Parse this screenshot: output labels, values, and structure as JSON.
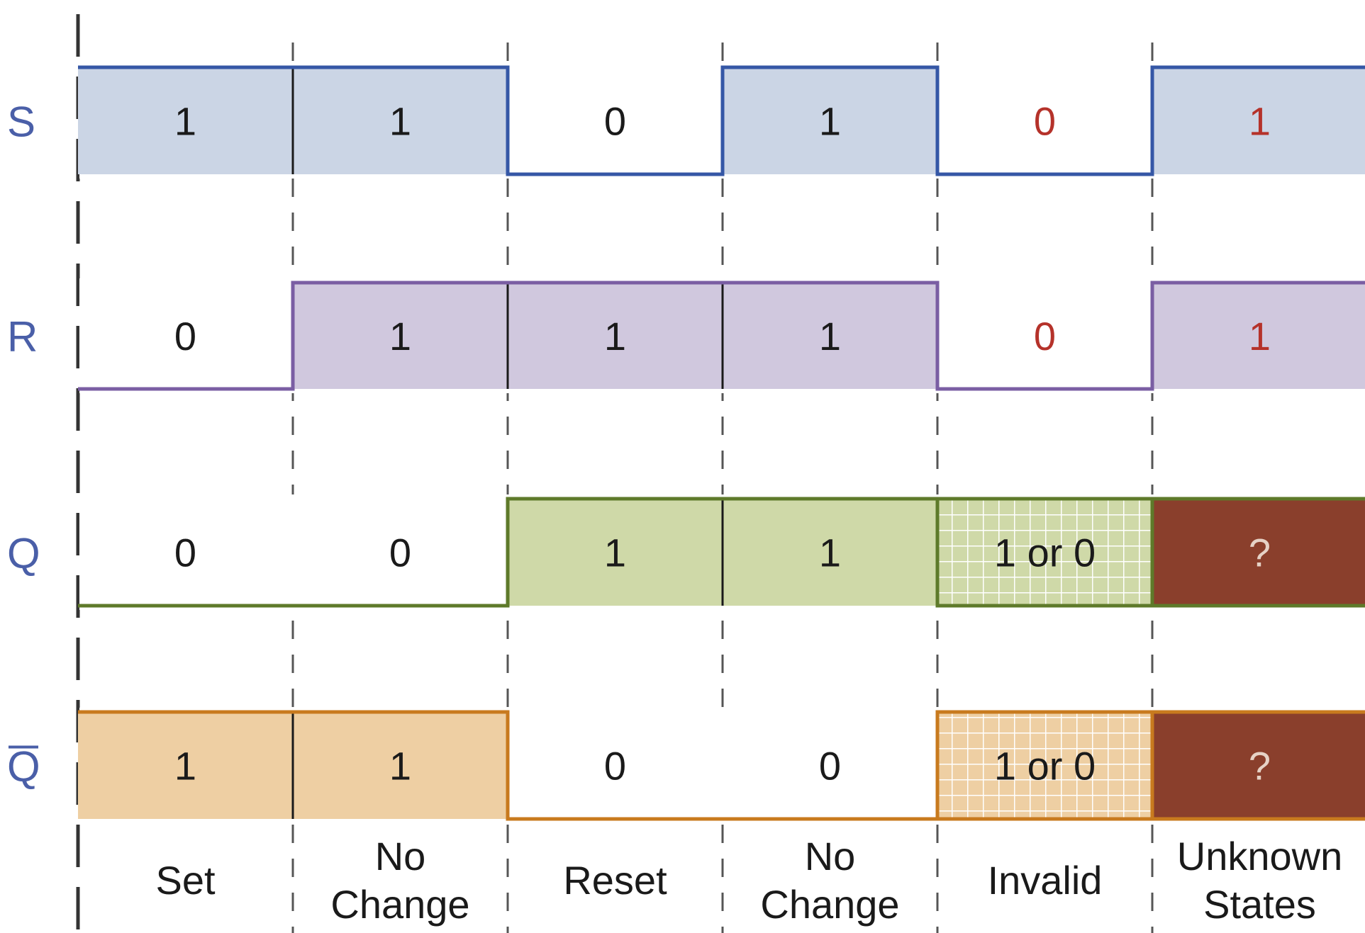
{
  "signals": [
    {
      "name": "S",
      "line_color": "#3557a6",
      "fill_color": "#cbd5e5",
      "cells": [
        {
          "value": "1",
          "level": 1
        },
        {
          "value": "1",
          "level": 1
        },
        {
          "value": "0",
          "level": 0
        },
        {
          "value": "1",
          "level": 1
        },
        {
          "value": "0",
          "level": 0,
          "text_color": "#b5322a"
        },
        {
          "value": "1",
          "level": 1,
          "text_color": "#b5322a"
        }
      ]
    },
    {
      "name": "R",
      "line_color": "#7a5ea3",
      "fill_color": "#d0c8de",
      "cells": [
        {
          "value": "0",
          "level": 0
        },
        {
          "value": "1",
          "level": 1
        },
        {
          "value": "1",
          "level": 1
        },
        {
          "value": "1",
          "level": 1
        },
        {
          "value": "0",
          "level": 0,
          "text_color": "#b5322a"
        },
        {
          "value": "1",
          "level": 1,
          "text_color": "#b5322a"
        }
      ]
    },
    {
      "name": "Q",
      "line_color": "#5e7a2a",
      "fill_color": "#cfd9a8",
      "cells": [
        {
          "value": "0",
          "level": 0
        },
        {
          "value": "0",
          "level": 0
        },
        {
          "value": "1",
          "level": 1
        },
        {
          "value": "1",
          "level": 1
        },
        {
          "value": "1 or 0",
          "level": 1,
          "pattern": "grid"
        },
        {
          "value": "?",
          "level": 1,
          "pattern": "unknown"
        }
      ]
    },
    {
      "name": "Q",
      "overbar": true,
      "line_color": "#c87a1e",
      "fill_color": "#eecfa3",
      "cells": [
        {
          "value": "1",
          "level": 1
        },
        {
          "value": "1",
          "level": 1
        },
        {
          "value": "0",
          "level": 0
        },
        {
          "value": "0",
          "level": 0
        },
        {
          "value": "1 or 0",
          "level": 1,
          "pattern": "grid"
        },
        {
          "value": "?",
          "level": 1,
          "pattern": "unknown"
        }
      ]
    }
  ],
  "states": [
    [
      "Set"
    ],
    [
      "No",
      "Change"
    ],
    [
      "Reset"
    ],
    [
      "No",
      "Change"
    ],
    [
      "Invalid"
    ],
    [
      "Unknown",
      "States"
    ]
  ],
  "colors": {
    "unknown_fill": "#8a3f2c",
    "unknown_text": "#e6d2c6",
    "grid_line": "#ffffff",
    "divider": "#1a1a1a",
    "dash": "#555555",
    "label": "#4a5fa8",
    "cell_text": "#1a1a1a"
  }
}
